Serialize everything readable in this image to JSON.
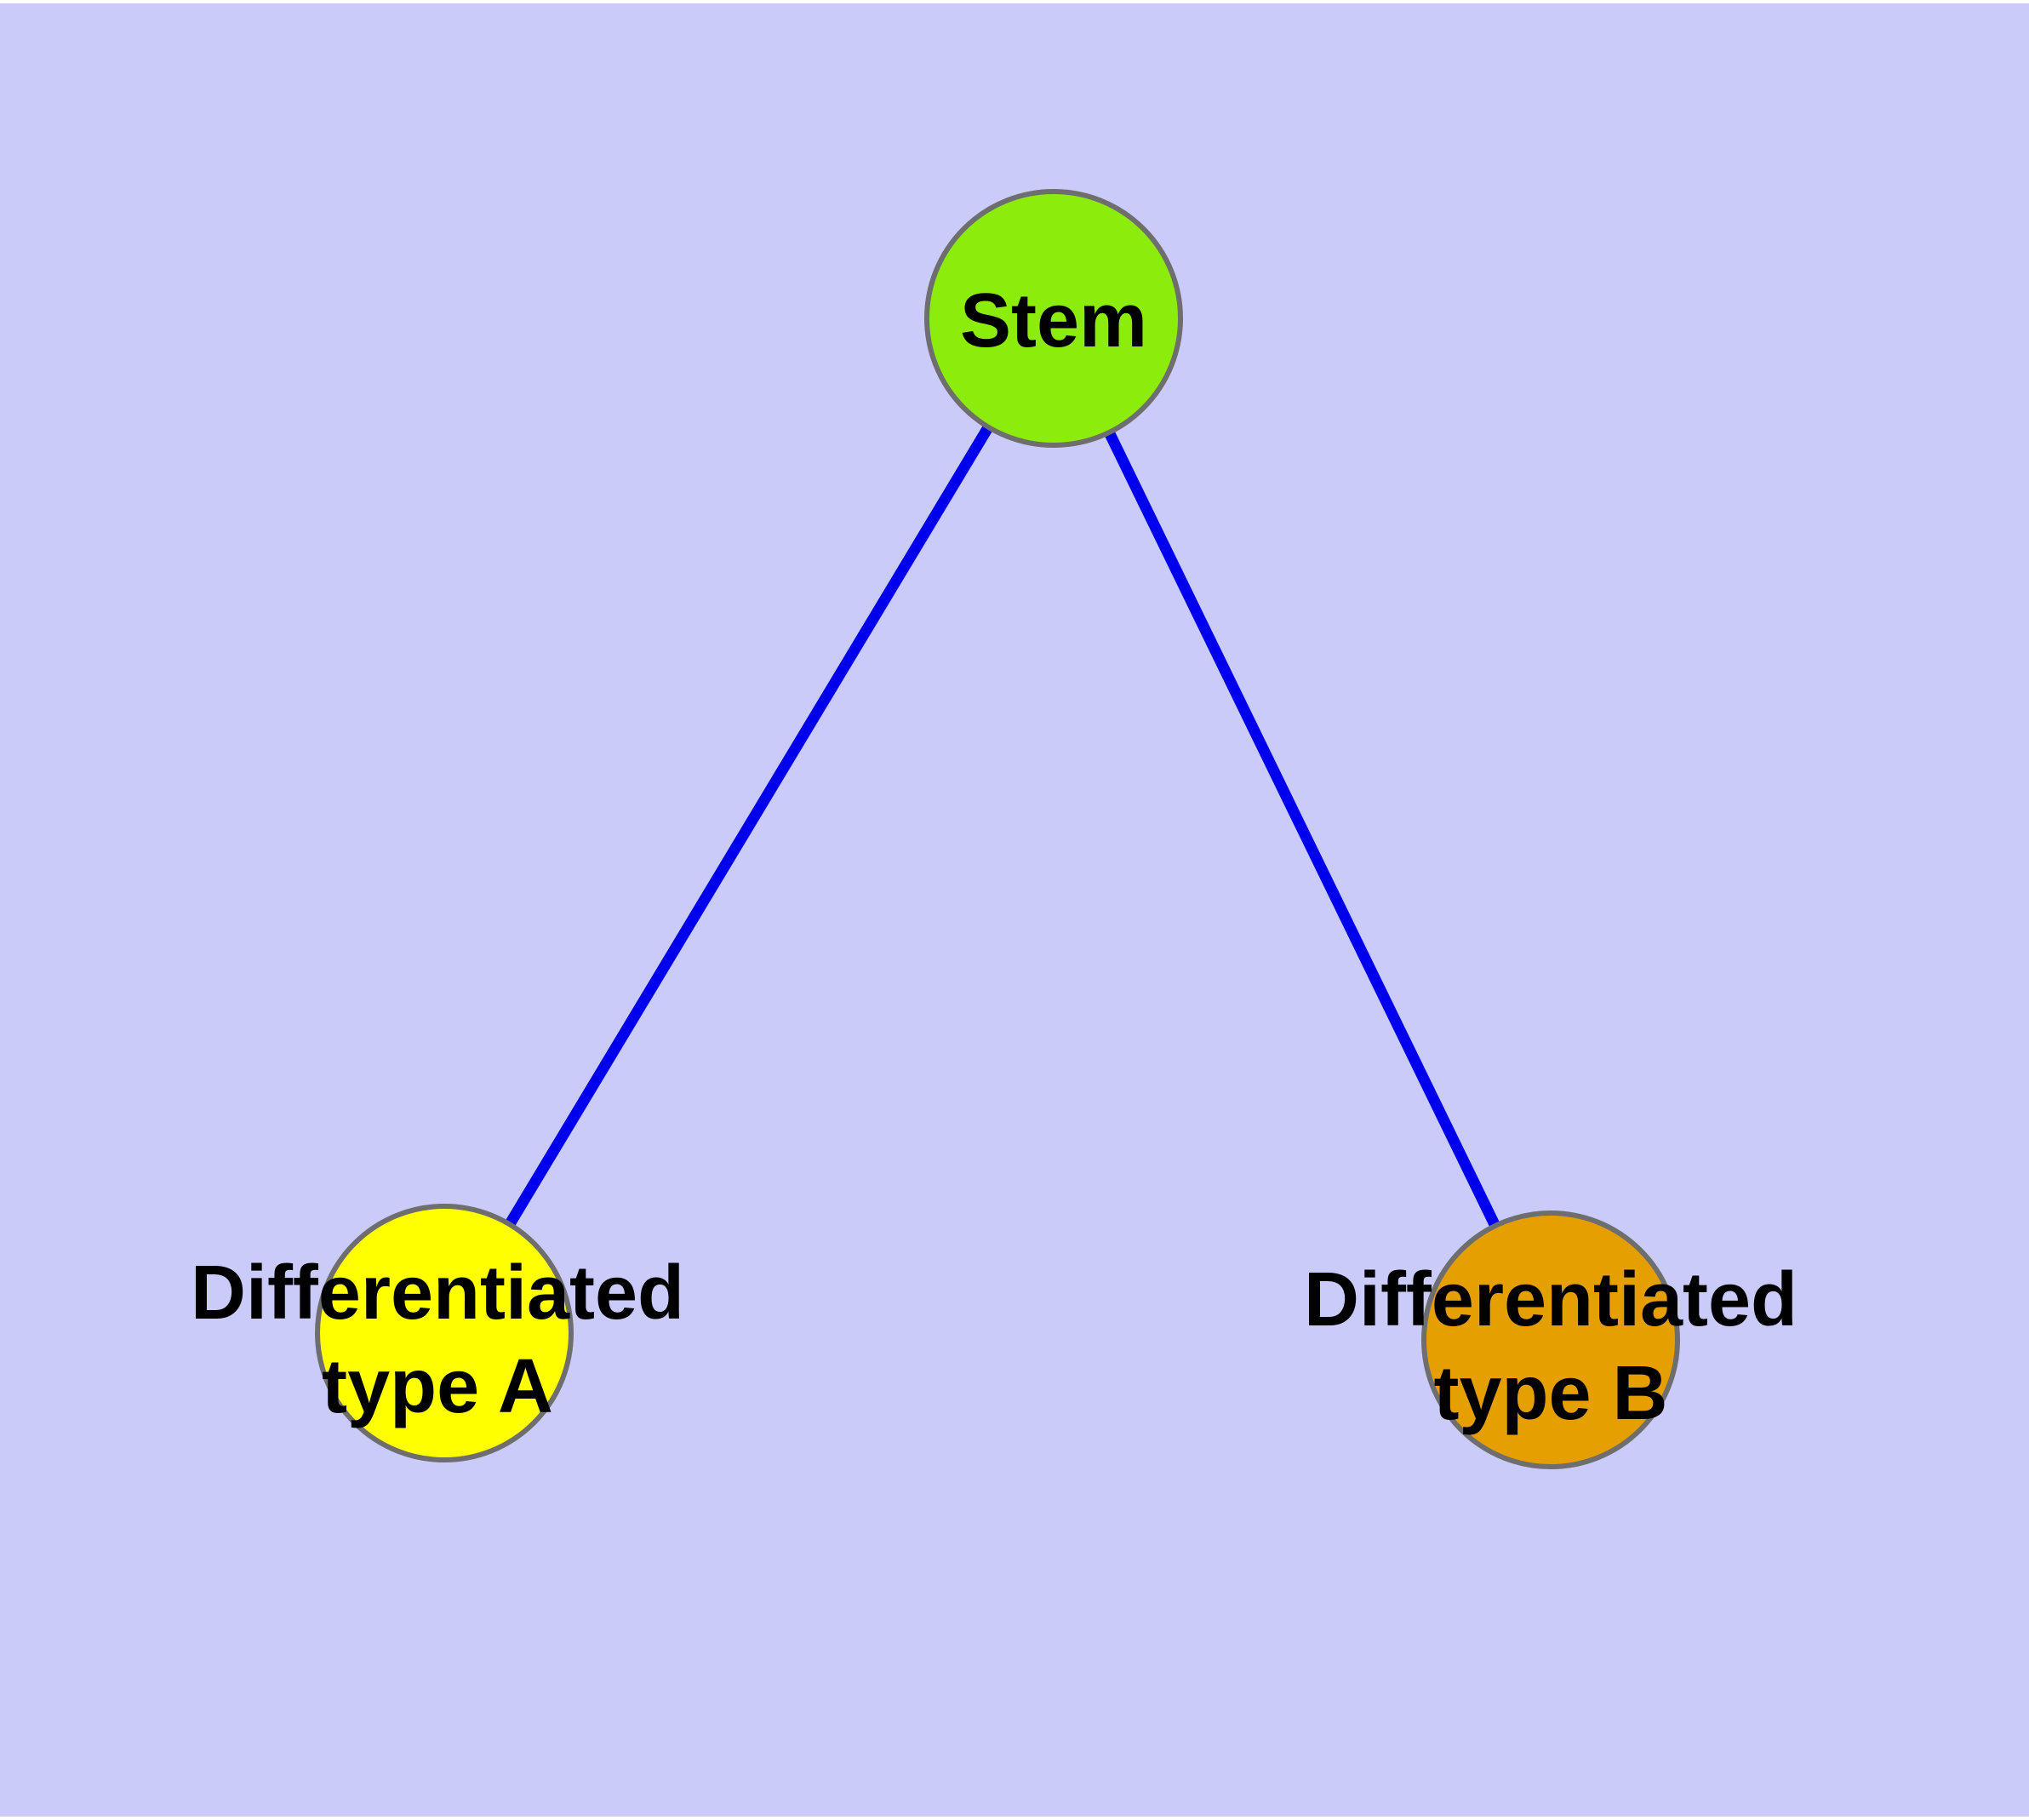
{
  "diagram": {
    "type": "graph",
    "background_color": "#CBCBFA",
    "frame_color": "#FFFFFF",
    "edge_color": "#0000EE",
    "node_border_color": "#6E6E6E",
    "label_color": "#000000",
    "nodes": [
      {
        "id": "stem",
        "label": "Stem",
        "label_lines": [
          "Stem"
        ],
        "fill": "#8CEC0C"
      },
      {
        "id": "differentiated-type-a",
        "label": "Differentiated type A",
        "label_lines": [
          "Differentiated",
          "type A"
        ],
        "fill": "#FFFF00"
      },
      {
        "id": "differentiated-type-b",
        "label": "Differentiated type B",
        "label_lines": [
          "Differentiated",
          "type B"
        ],
        "fill": "#E69F00"
      }
    ],
    "edges": [
      {
        "from": "stem",
        "to": "differentiated-type-a"
      },
      {
        "from": "stem",
        "to": "differentiated-type-b"
      }
    ]
  }
}
